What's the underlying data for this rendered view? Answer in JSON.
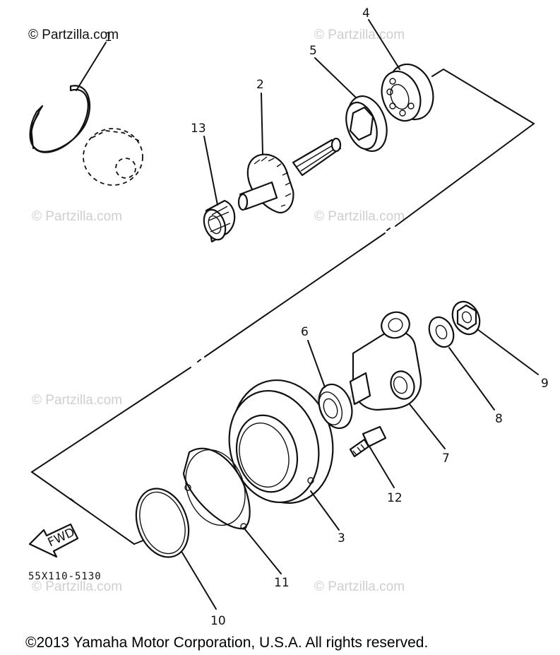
{
  "watermark": "© Partzilla.com",
  "diagram_code": "55X110-5130",
  "fwd_label": "FWD",
  "copyright": "©2013 Yamaha Motor Corporation, U.S.A. All rights reserved.",
  "callouts": {
    "p1": "1",
    "p2": "2",
    "p3": "3",
    "p4": "4",
    "p5": "5",
    "p6": "6",
    "p7": "7",
    "p8": "8",
    "p9": "9",
    "p10": "10",
    "p11": "11",
    "p12": "12",
    "p13": "13"
  }
}
